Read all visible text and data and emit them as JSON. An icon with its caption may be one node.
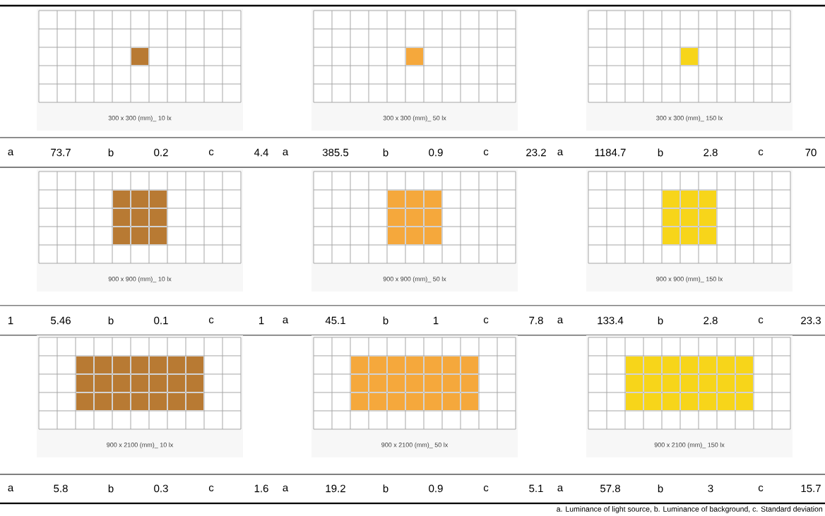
{
  "diagram": {
    "labels": [
      "300 x 300 (mm)_ 10 lx",
      "300 x 300 (mm)_ 50 lx",
      "300 x 300 (mm)_ 150 lx",
      "a",
      "73.7",
      "b",
      "0.2",
      "c",
      "4.4",
      "a",
      "385.5",
      "b",
      "0.9",
      "c",
      "23.2",
      "a",
      "1184.7",
      "b",
      "2.8",
      "c",
      "70",
      "900 x 900 (mm)_ 10 lx",
      "900 x 900 (mm)_ 50 lx",
      "900 x 900 (mm)_ 150 lx",
      "1",
      "5.46",
      "b",
      "0.1",
      "c",
      "1",
      "a",
      "45.1",
      "b",
      "1",
      "c",
      "7.8",
      "a",
      "133.4",
      "b",
      "2.8",
      "c",
      "23.3",
      "900 x 2100 (mm)_ 10 lx",
      "900 x 2100 (mm)_ 50 lx",
      "900 x 2100 (mm)_ 150 lx",
      "a",
      "5.8",
      "b",
      "0.3",
      "c",
      "1.6",
      "a",
      "19.2",
      "b",
      "0.9",
      "c",
      "5.1",
      "a",
      "57.8",
      "b",
      "3",
      "c",
      "15.7",
      "a. Luminance of light source, b. Luminance of background, c. Standard deviation"
    ]
  }
}
